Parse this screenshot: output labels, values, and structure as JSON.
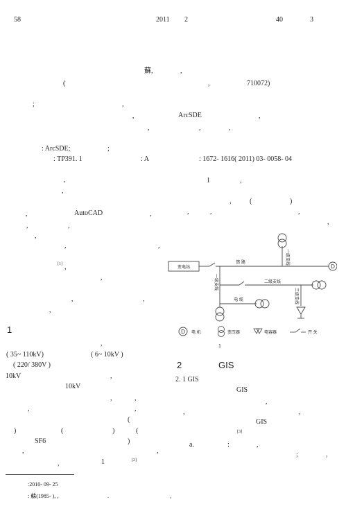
{
  "header": {
    "page_no": "58",
    "year": "2011",
    "issue": "2",
    "volume": "40",
    "number": "3"
  },
  "front": {
    "author": "蘇,",
    "author_comma": ",",
    "affil_open": "(",
    "affil_comma": ",",
    "postcode": "710072)",
    "abs_semicolon": ";",
    "abs_comma1": ",",
    "abs_comma2": ",",
    "arcsde": "ArcSDE",
    "abs_comma3": ",",
    "abs_comma4": ",",
    "abs_comma5": ",",
    "abs_comma6": ",",
    "keywords": ": ArcSDE;",
    "kw_semicolon": ";",
    "clc": ": TP391. 1",
    "doc_code": ": A",
    "article_no": ": 1672- 1616( 2011) 03- 0058- 04"
  },
  "left_col": {
    "l1": ",",
    "l2": ",",
    "l3_comma": ",",
    "autocad": "AutoCAD",
    "l3_comma2": ",",
    "l4_comma": ",",
    "l4_comma2": ",",
    "l5": ",",
    "l6_comma": ",",
    "l6_comma2": ",",
    "ref1": "[1]",
    "ref1_comma": ",",
    "l8": ",",
    "l9_comma": ",",
    "l9_comma2": ",",
    "l10": ",",
    "sec1": "1",
    "s1_comma": ",",
    "volt1": "( 35~ 110kV)",
    "volt2": "( 6~ 10kV )",
    "volt3": "( 220/ 380V )",
    "kv10a": "10kV",
    "kv10a_comma": ",",
    "kv10b": "10kV",
    "s1_l5a": ",",
    "s1_l5b": ",",
    "s1_l6a": ",",
    "s1_l6b": ",",
    "s1_l7": "(",
    "s1_l8a": ")",
    "s1_l8b": "(",
    "s1_l8c": ")",
    "s1_l8d": "(",
    "sf6": "SF6",
    "sf6_close": ")",
    "s1_l10a": ",",
    "s1_l10b": ",",
    "s1_l11_comma": ",",
    "fig_ref": "1",
    "ref2": "[2]",
    "fn_date": ":2010- 09- 25",
    "fn_author": ": 蘇(1985- ), ,",
    "fn_dot1": ".",
    "fn_comma": ","
  },
  "right_col": {
    "r1": "1",
    "r1_comma": ",",
    "r2_open": "(",
    "r2_close": ")",
    "r2_comma1": ",",
    "r2_comma2": ",",
    "r2_comma3": ",",
    "r2_comma4": ",",
    "r2_comma5": ","
  },
  "figure": {
    "substation": "变电站",
    "feeder": "馈 路",
    "cable": "电 缆",
    "branch1_v": "一级支线",
    "branch1_top": "一级支线",
    "branch2": "二级支线",
    "branch3": "三级支线",
    "legend_d": "D",
    "legend_motor": "电 机",
    "legend_transformer": "变压器",
    "legend_capacitor": "电容器",
    "legend_switch": "开 关",
    "caption": "1"
  },
  "section2": {
    "heading_no": "2",
    "heading": "GIS",
    "sub": "2. 1 GIS",
    "gis1": "GIS",
    "p_comma1": ",",
    "p_comma2": ",",
    "p_comma3": ",",
    "gis2": "GIS",
    "ref3": "[3]",
    "item_a": "a.",
    "item_colon": ":",
    "item_comma": ",",
    "item_semi": ";",
    "item_comma2": ","
  }
}
